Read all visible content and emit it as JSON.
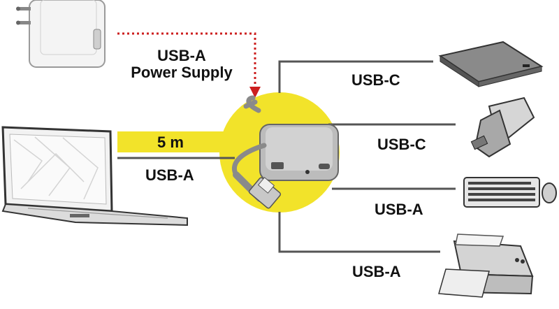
{
  "power_supply": {
    "label_line1": "USB-A",
    "label_line2": "Power Supply",
    "icon": "power-adapter-icon"
  },
  "laptop_link": {
    "length_label": "5 m",
    "cable_label": "USB-A",
    "icon": "laptop-icon"
  },
  "hub": {
    "icon": "usb-hub-icon",
    "highlight_color": "#f2e32a"
  },
  "outputs": [
    {
      "label": "USB-C",
      "device_icon": "external-drive-icon"
    },
    {
      "label": "USB-C",
      "device_icon": "usb-c-adapter-icon"
    },
    {
      "label": "USB-A",
      "device_icon": "keyboard-icon"
    },
    {
      "label": "USB-A",
      "device_icon": "printer-icon"
    }
  ],
  "colors": {
    "accent_yellow": "#f2e32a",
    "power_arrow": "#cc1f1f",
    "line_gray": "#555555"
  }
}
